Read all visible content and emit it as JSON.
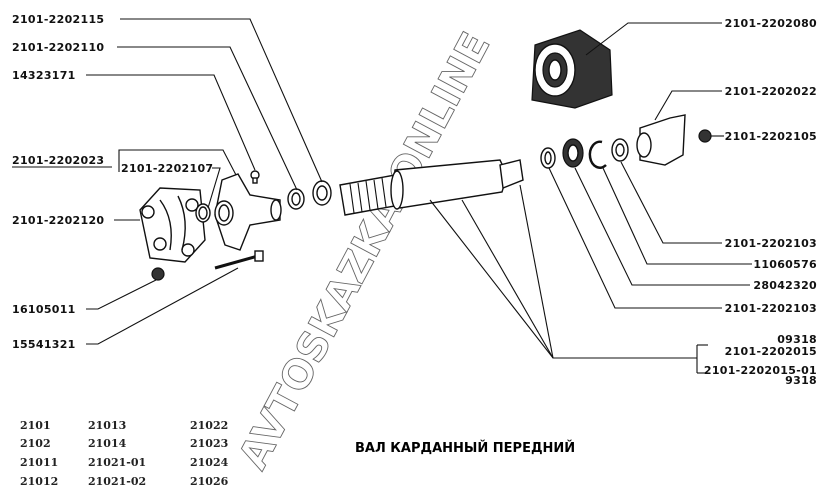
{
  "title": "ВАЛ КАРДАННЫЙ ПЕРЕДНИЙ",
  "watermark": "AVTOSKAZKA.ONLINE",
  "callouts_left": {
    "c1": "2101-2202115",
    "c2": "2101-2202110",
    "c3": "14323171",
    "c4": "2101-2202023",
    "c5": "2101-2202107",
    "c6": "2101-2202120",
    "c7": "16105011",
    "c8": "15541321"
  },
  "callouts_right": {
    "r1": "2101-2202080",
    "r2": "2101-2202022",
    "r3": "2101-2202105",
    "r4": "2101-2202103",
    "r5": "11060576",
    "r6": "28042320",
    "r7": "2101-2202103",
    "r8": "09318",
    "r9": "2101-2202015",
    "r10": "2101-2202015-01",
    "r11": "9318"
  },
  "models": [
    [
      "2101",
      "21013",
      "21022"
    ],
    [
      "2102",
      "21014",
      "21023"
    ],
    [
      "21011",
      "21021-01",
      "21024"
    ],
    [
      "21012",
      "21021-02",
      "21026"
    ]
  ]
}
